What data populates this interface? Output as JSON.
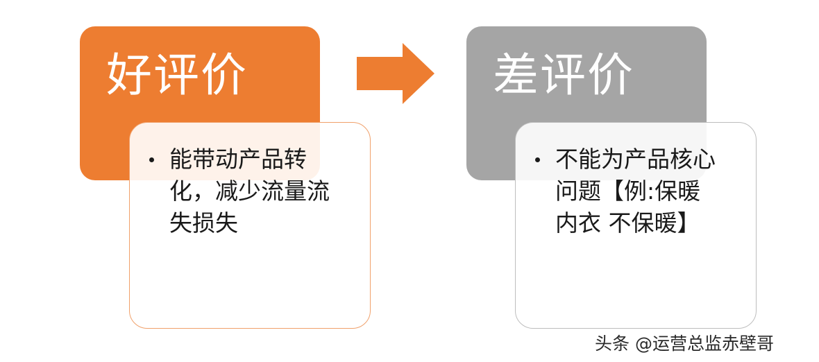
{
  "good": {
    "title": "好评价",
    "bullet": "能带动产品转化，减少流量流失损失"
  },
  "bad": {
    "title": "差评价",
    "bullet": "不能为产品核心问题【例:保暖内衣 不保暖】"
  },
  "watermark": "头条 @运营总监赤壁哥",
  "colors": {
    "good": "#ED7D31",
    "bad": "#A5A5A5",
    "arrow": "#ED7D31"
  }
}
